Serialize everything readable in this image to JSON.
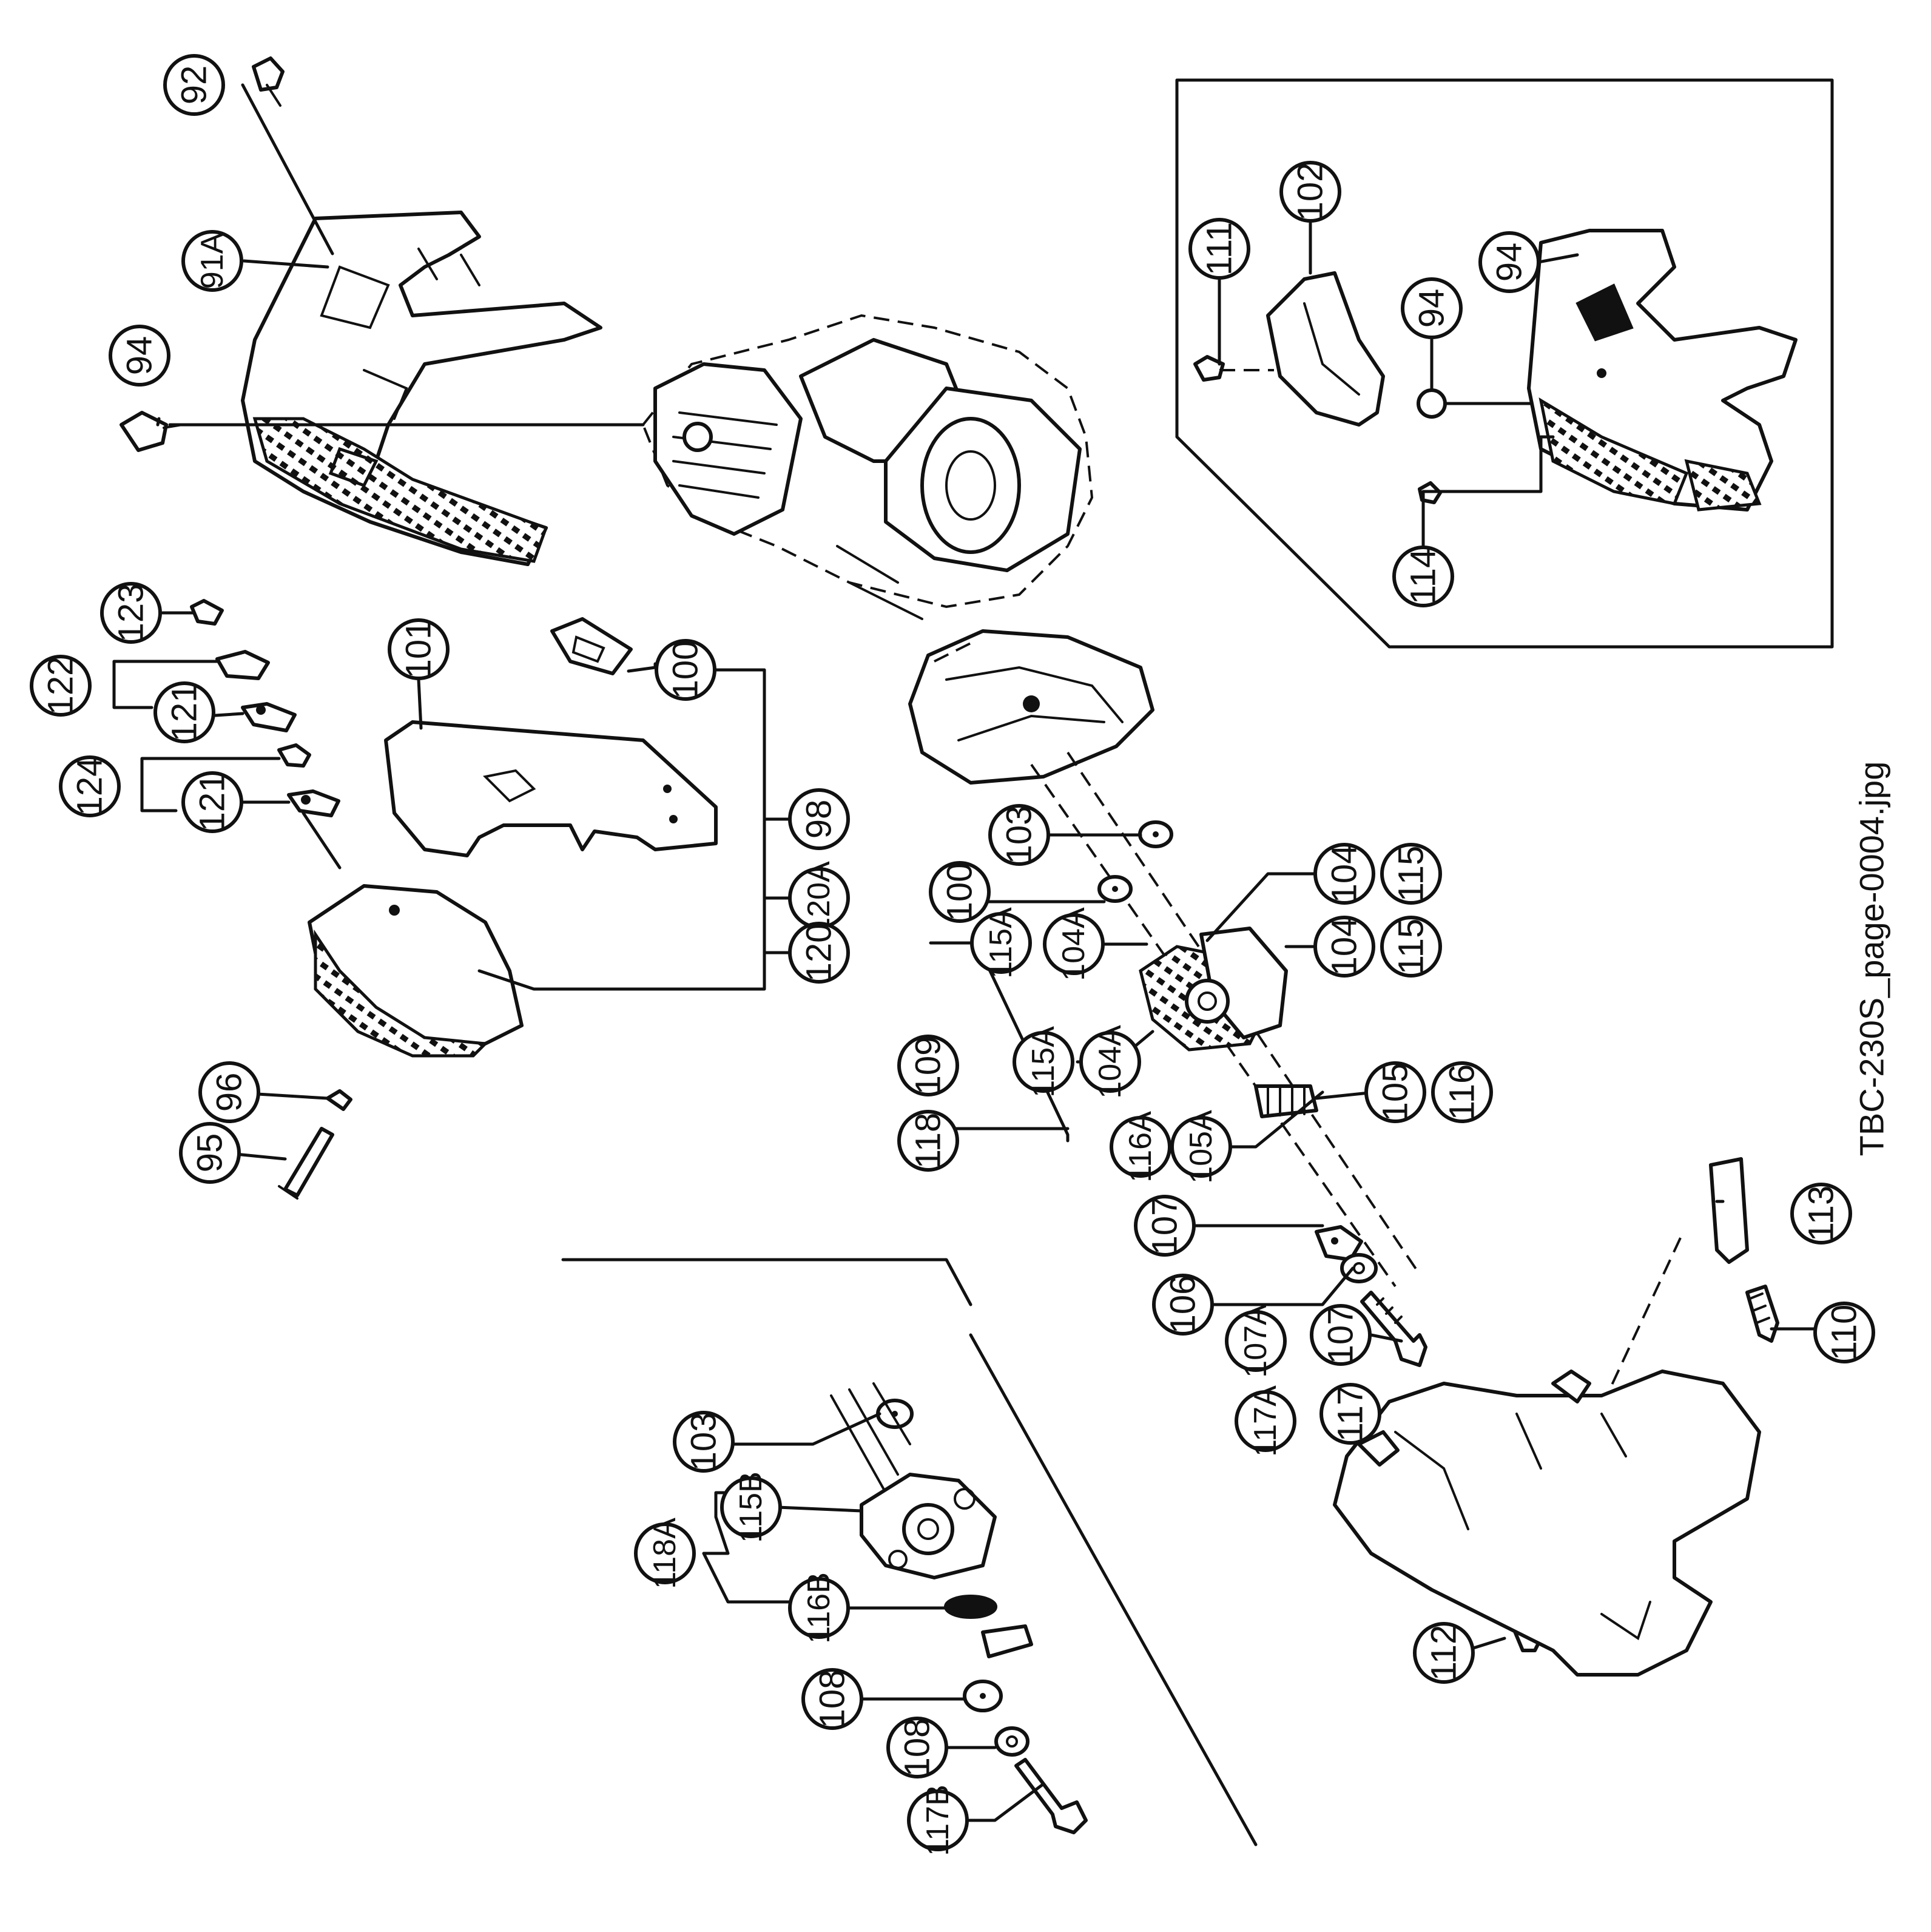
{
  "file_label": "TBC-230S_page-0004.jpg",
  "callouts": {
    "c92": "92",
    "c91a": "91A",
    "c94a": "94",
    "c123": "123",
    "c122": "122",
    "c121a": "121",
    "c124": "124",
    "c121b": "121",
    "c101": "101",
    "c100a": "100",
    "c98": "98",
    "c120a": "120A",
    "c120": "120",
    "c96": "96",
    "c95": "95",
    "c111": "111",
    "c102": "102",
    "c94b": "94",
    "c94c": "94",
    "c114": "114",
    "c103a": "103",
    "c100b": "100",
    "c104a": "104",
    "c115a": "115",
    "c104b": "104",
    "c115b": "115",
    "c115a_a": "115A",
    "c104a_a": "104A",
    "c115a_b": "115A",
    "c104a_b": "104A",
    "c109": "109",
    "c118": "118",
    "c105": "105",
    "c116": "116",
    "c116a": "116A",
    "c105a": "105A",
    "c107a": "107",
    "c106": "106",
    "c107b": "107",
    "c107a_b": "107A",
    "c117a": "117A",
    "c117": "117",
    "c113": "113",
    "c110": "110",
    "c112": "112",
    "c103b": "103",
    "c115b_b": "115B",
    "c118a": "118A",
    "c116b": "116B",
    "c108a": "108",
    "c108b": "108",
    "c117b": "117B"
  }
}
